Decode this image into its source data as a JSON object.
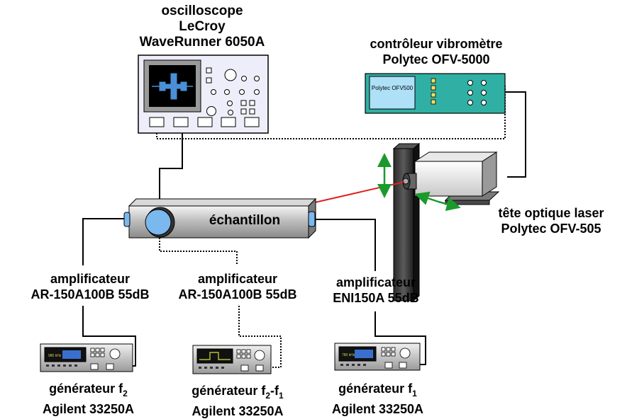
{
  "oscilloscope": {
    "line1": "oscilloscope",
    "line2": "LeCroy",
    "line3": "WaveRunner 6050A"
  },
  "controller": {
    "line1": "contrôleur vibromètre",
    "line2": "Polytec OFV-5000",
    "screen_text": "Polytec OFV500"
  },
  "optical_head": {
    "line1": "tête optique laser",
    "line2": "Polytec OFV-505"
  },
  "sample": {
    "label": "échantillon"
  },
  "amplifiers": [
    {
      "line1": "amplificateur",
      "line2": "AR-150A100B 55dB"
    },
    {
      "line1": "amplificateur",
      "line2": "AR-150A100B 55dB"
    },
    {
      "line1": "amplificateur",
      "line2": "ENI150A 55dB"
    }
  ],
  "generators": [
    {
      "prefix": "générateur f",
      "sub1": "2",
      "middle": "",
      "sub2": "",
      "line2": "Agilent 33250A",
      "screen": "980 kHz"
    },
    {
      "prefix": "générateur  f",
      "sub1": "2",
      "middle": "-f",
      "sub2": "1",
      "line2": "Agilent 33250A",
      "screen": ""
    },
    {
      "prefix": "générateur f",
      "sub1": "1",
      "middle": "",
      "sub2": "",
      "line2": "Agilent 33250A",
      "screen": "780 kHz"
    }
  ],
  "colors": {
    "laser": "#e02020",
    "arrow": "#1a9a2a",
    "screen_teal": "#2aaaa0",
    "lens": "#7ab8ee"
  }
}
